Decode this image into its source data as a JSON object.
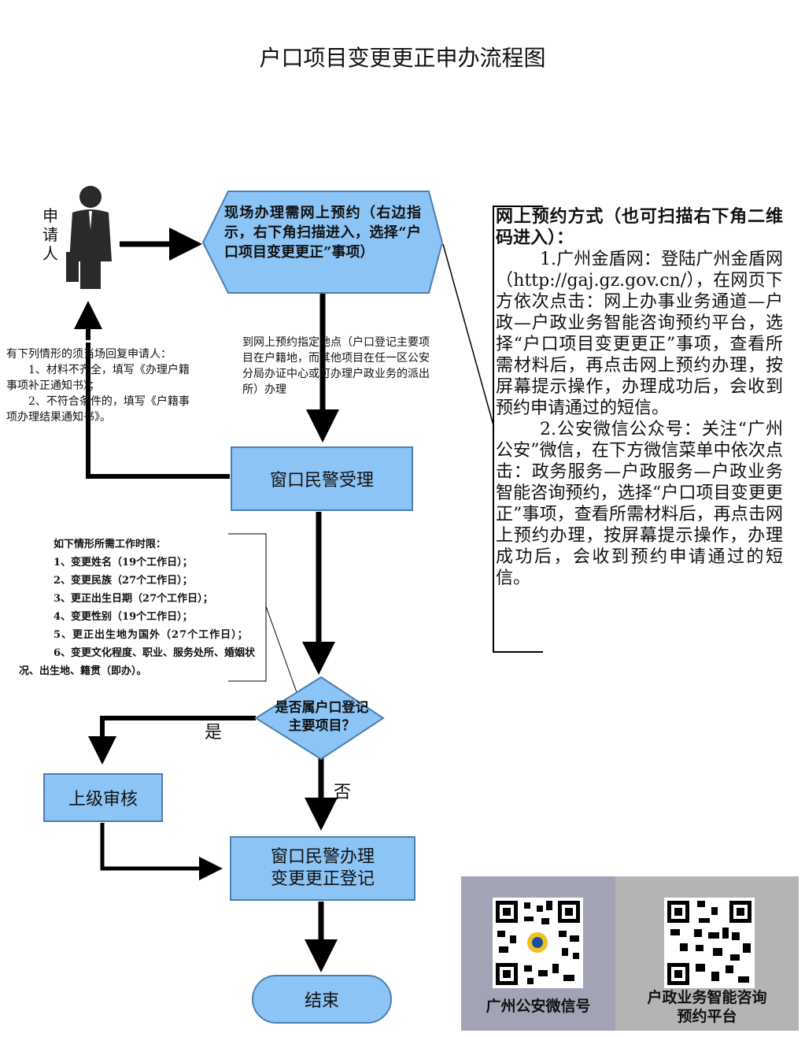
{
  "title": "户口项目变更更正申办流程图",
  "applicant": {
    "label": "申请人"
  },
  "hexagon": {
    "text": "现场办理需网上预约（右边指示，右下角扫描进入，选择“户口项目变更更正”事项）"
  },
  "note_location": {
    "text": "到网上预约指定地点（户口登记主要项目在户籍地，而其他项目在任一区公安分局办证中心或可办理户政业务的派出所）办理"
  },
  "note_return": {
    "intro": "有下列情形的须当场回复申请人：",
    "item1": "1、材料不齐全，填写《办理户籍事项补正通知书》；",
    "item2": "2、不符合条件的，填写《户籍事项办理结果通知书》。"
  },
  "box_accept": {
    "label": "窗口民警受理"
  },
  "note_timelimits": {
    "intro": "如下情形所需工作时限：",
    "items": [
      "1、变更姓名（19个工作日）；",
      "2、变更民族（27个工作日）；",
      "3、更正出生日期（27个工作日）；",
      "4、变更性别（19个工作日）；",
      "5、更正出生地为国外（27个工作日）；",
      "6、变更文化程度、职业、服务处所、婚姻状况、出生地、籍贯（即办）。"
    ]
  },
  "decision": {
    "text": "是否属户口登记主要项目？",
    "yes_label": "是",
    "no_label": "否"
  },
  "box_review": {
    "label": "上级审核"
  },
  "box_process": {
    "label": "窗口民警办理变更更正登记"
  },
  "terminal": {
    "label": "结束"
  },
  "right_panel": {
    "heading": "网上预约方式（也可扫描右下角二维码进入）：",
    "para1": "1.广州金盾网：登陆广州金盾网（http://gaj.gz.gov.cn/），在网页下方依次点击：网上办事业务通道—户政—户政业务智能咨询预约平台，选择“户口项目变更更正”事项，查看所需材料后，再点击网上预约办理，按屏幕提示操作，办理成功后，会收到预约申请通过的短信。",
    "para2": "2.公安微信公众号：关注“广州公安”微信，在下方微信菜单中依次点击：政务服务—户政服务—户政业务智能咨询预约，选择“户口项目变更更正”事项，查看所需材料后，再点击网上预约办理，按屏幕提示操作，办理成功后，会收到预约申请通过的短信。"
  },
  "qr_left": {
    "label": "广州公安微信号"
  },
  "qr_right": {
    "label_line1": "户政业务智能咨询",
    "label_line2": "预约平台"
  },
  "colors": {
    "box_fill": "#8cc4f5",
    "box_border": "#4c7fb0",
    "arrow": "#000000",
    "qr_bg_left": "#a3a3b6",
    "qr_bg_right": "#b4b4b4"
  }
}
